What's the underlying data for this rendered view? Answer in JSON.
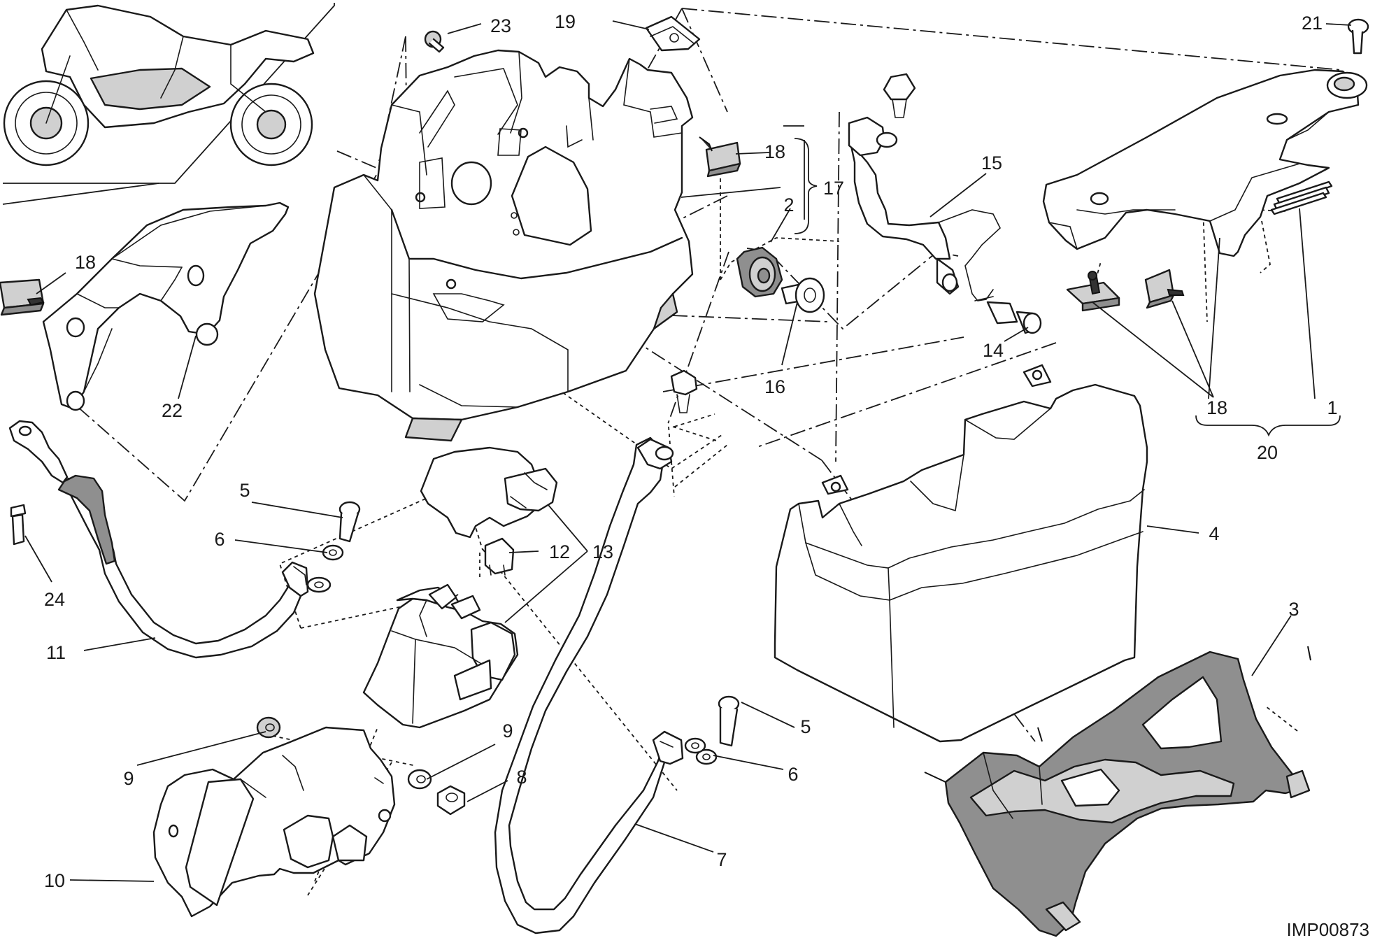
{
  "diagram_code": "IMP00873",
  "callouts": {
    "c1": "1",
    "c2": "2",
    "c3": "3",
    "c4": "4",
    "c5a": "5",
    "c5b": "5",
    "c6a": "6",
    "c6b": "6",
    "c7": "7",
    "c8": "8",
    "c9a": "9",
    "c9b": "9",
    "c10": "10",
    "c11": "11",
    "c12": "12",
    "c13": "13",
    "c14": "14",
    "c15": "15",
    "c16": "16",
    "c17": "17",
    "c18a": "18",
    "c18b": "18",
    "c18c": "18",
    "c19": "19",
    "c20": "20",
    "c21": "21",
    "c22": "22",
    "c23": "23",
    "c24": "24"
  }
}
